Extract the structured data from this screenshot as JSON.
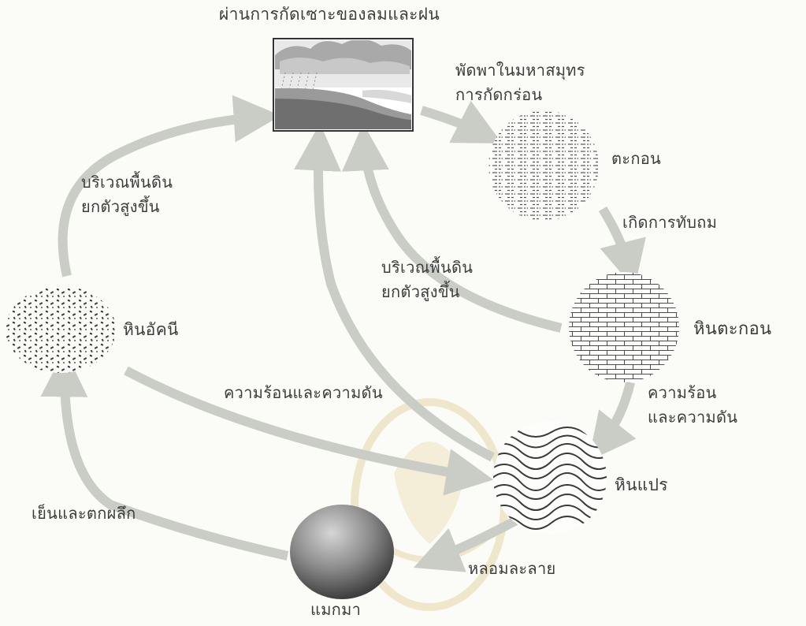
{
  "labels": {
    "weathering_title": "ผ่านการกัดเซาะของลมและฝน",
    "transport": [
      "พัดพาในมหาสมุทร",
      "การกัดกร่อน"
    ],
    "sediment": "ตะกอน",
    "compaction": "เกิดการทับถม",
    "sedimentary_rock": "หินตะกอน",
    "uplift_left": [
      "บริเวณพื้นดิน",
      "ยกตัวสูงขึ้น"
    ],
    "uplift_middle": [
      "บริเวณพื้นดิน",
      "ยกตัวสูงขึ้น"
    ],
    "igneous_rock": "หินอัคนี",
    "heat_pressure_middle": "ความร้อนและความดัน",
    "heat_pressure_right": [
      "ความร้อน",
      "และความดัน"
    ],
    "metamorphic_rock": "หินแปร",
    "cooling": "เย็นและตกผลึก",
    "melting": "หลอมละลาย",
    "magma": "แมกมา"
  },
  "icons": [
    "weathering-scene-icon",
    "sediment-icon",
    "sedimentary-rock-icon",
    "metamorphic-rock-icon",
    "igneous-rock-icon",
    "magma-icon",
    "watermark-seal-icon"
  ],
  "colors": {
    "arrow": "#c9cdc6",
    "text": "#3c3c3c",
    "watermark": "#e7d7a8"
  }
}
